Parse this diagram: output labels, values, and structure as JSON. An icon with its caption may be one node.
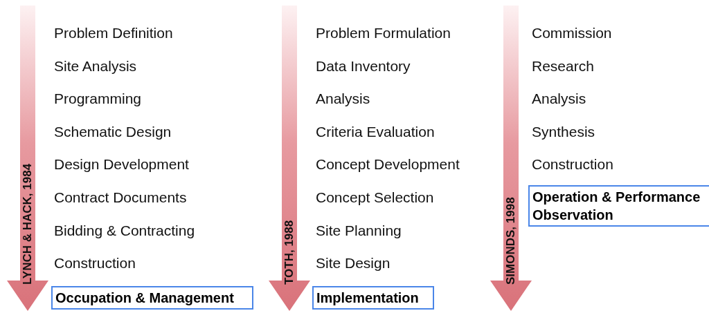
{
  "diagram": {
    "nodes": [
      {
        "text": [
          "LYNCH & HACK, 1984"
        ]
      },
      {
        "text": [
          "Occupation & Management"
        ]
      },
      {
        "text": [
          "TOTH, 1988"
        ]
      },
      {
        "text": [
          "Implementation"
        ]
      },
      {
        "text": [
          "SIMONDS, 1998"
        ]
      },
      {
        "text": [
          "Operation & Performance Observation"
        ]
      }
    ],
    "labels": [
      "Problem Definition",
      "Site Analysis",
      "Programming",
      "Schematic Design",
      "Design Development",
      "Contract Documents",
      "Bidding & Contracting",
      "Construction",
      "Problem Formulation",
      "Data Inventory",
      "Analysis",
      "Criteria Evaluation",
      "Concept Development",
      "Concept Selection",
      "Site Planning",
      "Site Design",
      "Commission",
      "Research",
      "Analysis",
      "Synthesis",
      "Construction"
    ]
  }
}
